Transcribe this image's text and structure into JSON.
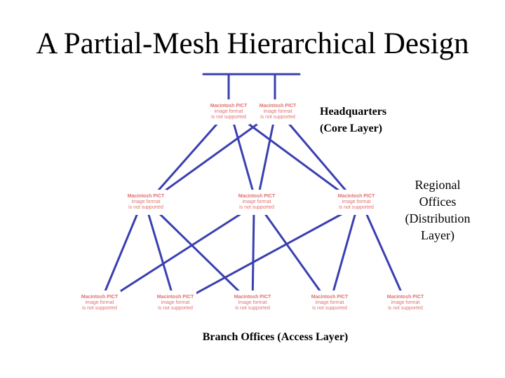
{
  "title": "A Partial-Mesh Hierarchical Design",
  "colors": {
    "link": "#3a3fb0",
    "placeholder_text": "#e07070"
  },
  "placeholder": {
    "line1": "Macintosh PICT",
    "line2": "image format",
    "line3": "is not supported"
  },
  "labels": {
    "core": [
      "Headquarters",
      "(Core Layer)"
    ],
    "distribution": [
      "Regional",
      "Offices",
      "(Distribution",
      "Layer)"
    ],
    "access": "Branch Offices (Access Layer)"
  }
}
